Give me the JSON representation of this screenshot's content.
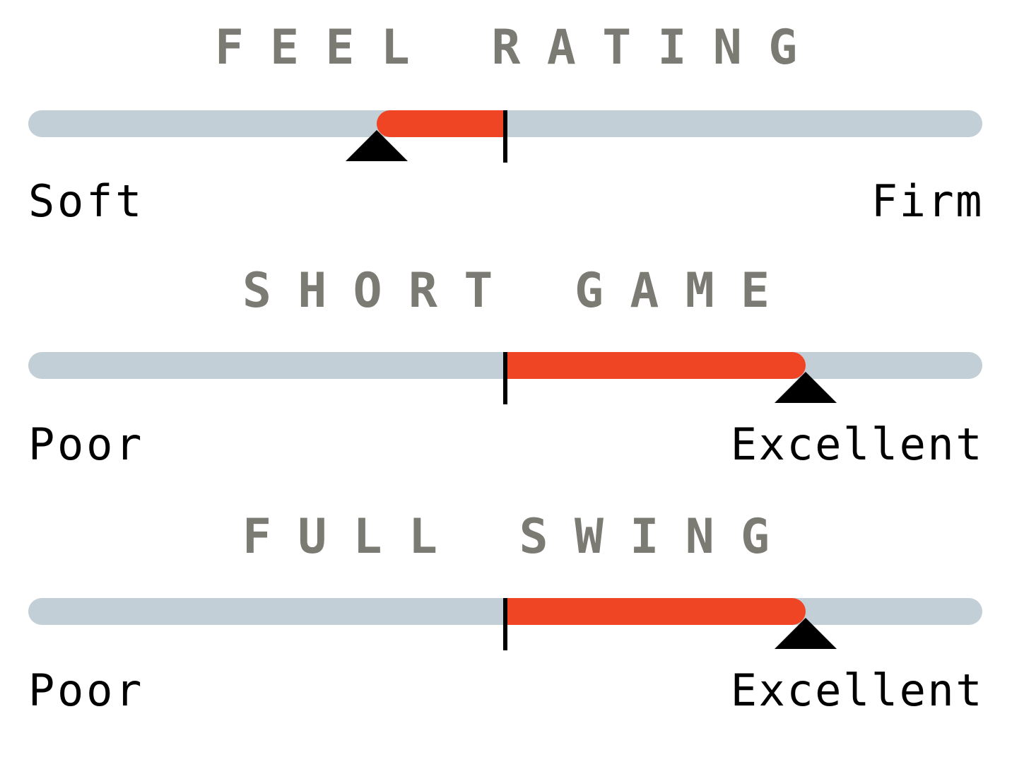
{
  "colors": {
    "track": "#c2cfd6",
    "fill": "#f04525",
    "marker": "#000000",
    "title": "#7b7b74"
  },
  "ratings": [
    {
      "title": "FEEL RATING",
      "min_label": "Soft",
      "max_label": "Firm",
      "value": 0.365,
      "center": 0.5
    },
    {
      "title": "SHORT GAME",
      "min_label": "Poor",
      "max_label": "Excellent",
      "value": 0.815,
      "center": 0.5
    },
    {
      "title": "FULL SWING",
      "min_label": "Poor",
      "max_label": "Excellent",
      "value": 0.815,
      "center": 0.5
    }
  ]
}
